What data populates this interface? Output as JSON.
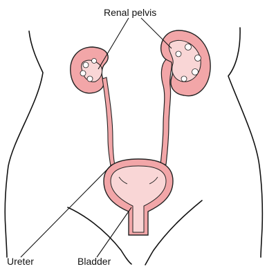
{
  "labels": {
    "renal_pelvis": "Renal pelvis",
    "ureter": "Ureter",
    "bladder": "Bladder"
  },
  "colors": {
    "organ_fill": "#f2a6a8",
    "organ_light": "#f9d6d6",
    "outline": "#222222",
    "body_outline": "#111111"
  }
}
